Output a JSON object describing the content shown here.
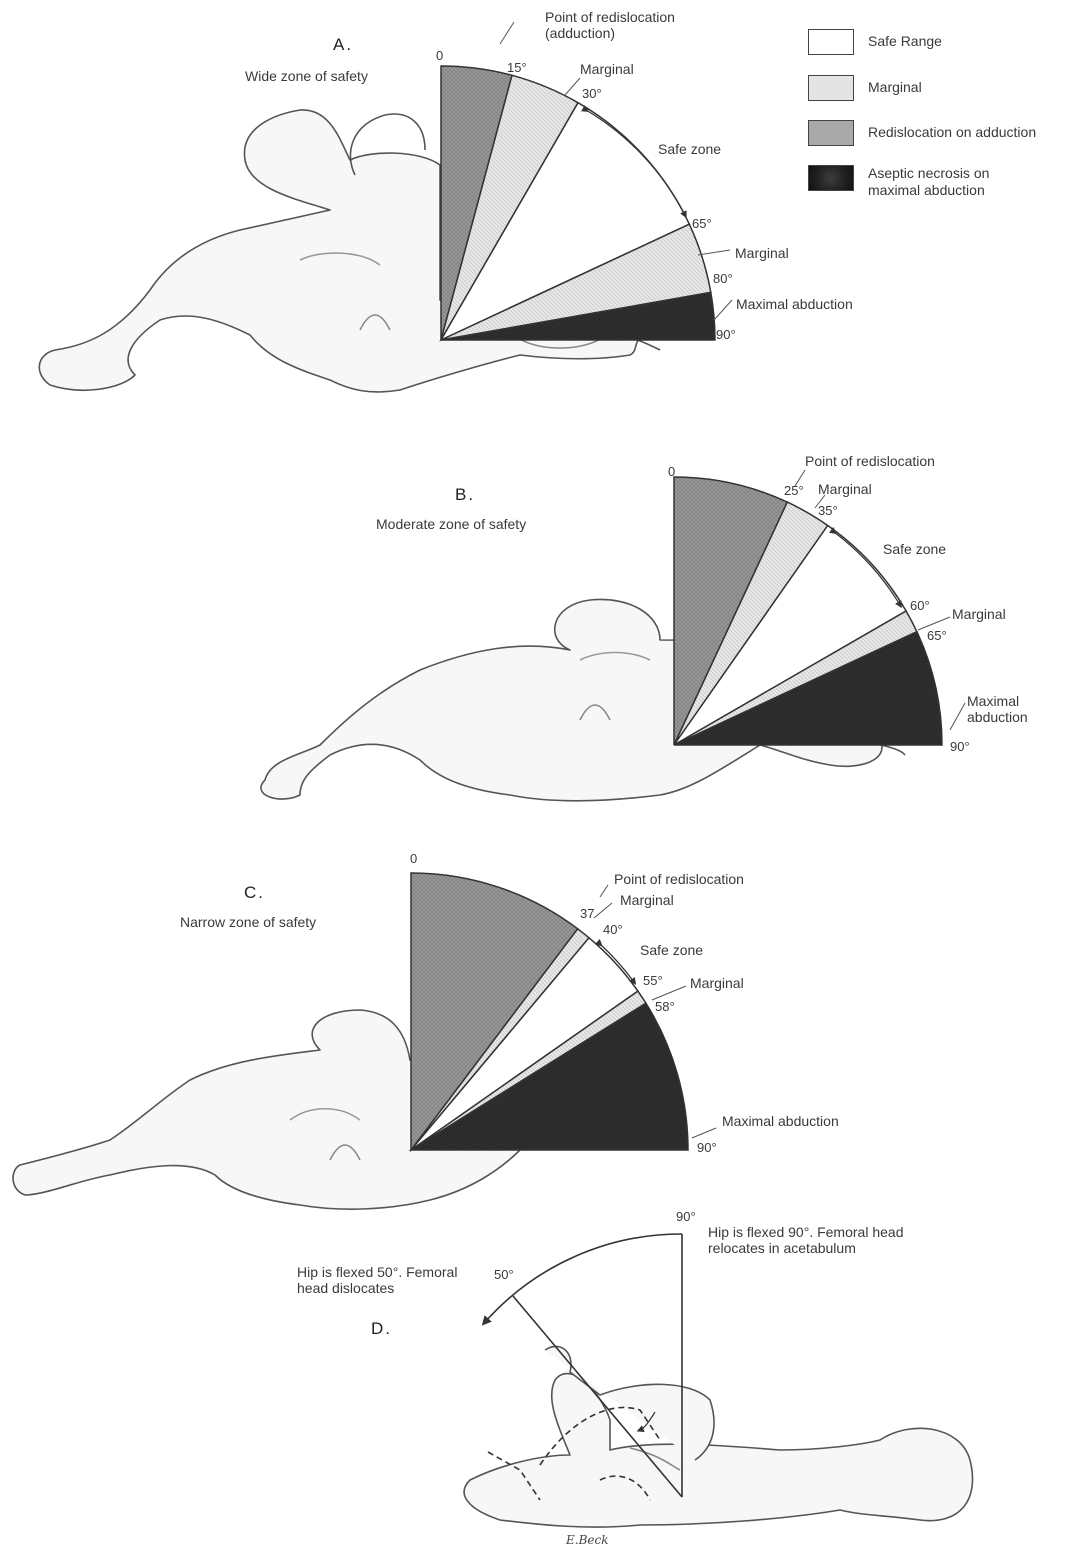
{
  "legend": [
    {
      "key": "safe",
      "label": "Safe Range",
      "color": "#ffffff"
    },
    {
      "key": "marginal",
      "label": "Marginal",
      "color": "#e4e4e4"
    },
    {
      "key": "redislocation",
      "label": "Redislocation on adduction",
      "color": "#a9a9a9"
    },
    {
      "key": "necrosis",
      "label": "Aseptic necrosis on maximal abduction",
      "color": "#2a2a2a"
    }
  ],
  "panel_a": {
    "title": "A.",
    "subtitle": "Wide zone of safety",
    "zero": "0",
    "redislocation_label": "Point of redislocation (adduction)",
    "deg_15": "15°",
    "marginal_top": "Marginal",
    "deg_30": "30°",
    "safe_zone": "Safe zone",
    "deg_65": "65°",
    "marginal_bottom": "Marginal",
    "deg_80": "80°",
    "max_abduction": "Maximal abduction",
    "deg_90": "90°"
  },
  "panel_b": {
    "title": "B.",
    "subtitle": "Moderate zone of safety",
    "zero": "0",
    "redislocation_label": "Point of redislocation",
    "deg_25": "25°",
    "marginal_top": "Marginal",
    "deg_35": "35°",
    "safe_zone": "Safe zone",
    "deg_60": "60°",
    "marginal_bottom": "Marginal",
    "deg_65": "65°",
    "max_abduction": "Maximal abduction",
    "deg_90": "90°"
  },
  "panel_c": {
    "title": "C.",
    "subtitle": "Narrow zone of safety",
    "zero": "0",
    "redislocation_label": "Point of redislocation",
    "deg_37": "37",
    "marginal_top": "Marginal",
    "deg_40": "40°",
    "safe_zone": "Safe zone",
    "deg_55": "55°",
    "marginal_bottom": "Marginal",
    "deg_58": "58°",
    "max_abduction": "Maximal abduction",
    "deg_90": "90°"
  },
  "panel_d": {
    "title": "D.",
    "deg_90": "90°",
    "deg_50": "50°",
    "flexed_90": "Hip is flexed 90°. Femoral head relocates in acetabulum",
    "flexed_50": "Hip is flexed 50°. Femoral head dislocates"
  },
  "signature": "E.Beck"
}
